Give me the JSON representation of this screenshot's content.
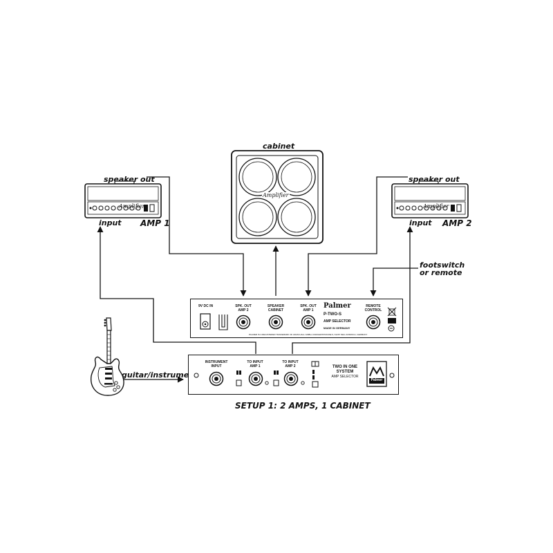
{
  "labels": {
    "cabinet": "cabinet",
    "speaker_out_1": "speaker out",
    "speaker_out_2": "speaker out",
    "input_1": "input",
    "input_2": "input",
    "amp_1": "AMP 1",
    "amp_2": "AMP 2",
    "footswitch_line1": "footswitch",
    "footswitch_line2": "or remote",
    "guitar": "guitar/instrument",
    "setup": "SETUP 1: 2 AMPS, 1 CABINET"
  },
  "brand_script": "Amplifier",
  "rear_panel": {
    "dc_in": "9V DC IN",
    "spk_out_amp2_l1": "SPK. OUT",
    "spk_out_amp2_l2": "AMP 2",
    "speaker_cab_l1": "SPEAKER",
    "speaker_cab_l2": "CABINET",
    "spk_out_amp1_l1": "SPK. OUT",
    "spk_out_amp1_l2": "AMP 1",
    "brand": "Palmer",
    "model": "P-TWO-S",
    "subtitle": "AMP SELECTOR",
    "made_in": "MADE IN GERMANY",
    "remote_l1": "REMOTE",
    "remote_l2": "CONTROL",
    "footer": "PALMER IS A REGISTERED TRADEMARK OF ADAM HALL GMBH, DAIMLERSTRASSE 9, 61267 NEU-ANSPACH, GERMANY"
  },
  "front_panel": {
    "instrument_l1": "INSTRUMENT",
    "instrument_l2": "INPUT",
    "to_amp1_l1": "TO INPUT",
    "to_amp1_l2": "AMP 1",
    "to_amp2_l1": "TO INPUT",
    "to_amp2_l2": "AMP 2",
    "title_l1": "TWO IN ONE",
    "title_l2": "SYSTEM",
    "title_l3": "AMP SELECTOR",
    "logo_text": "Palmer"
  }
}
